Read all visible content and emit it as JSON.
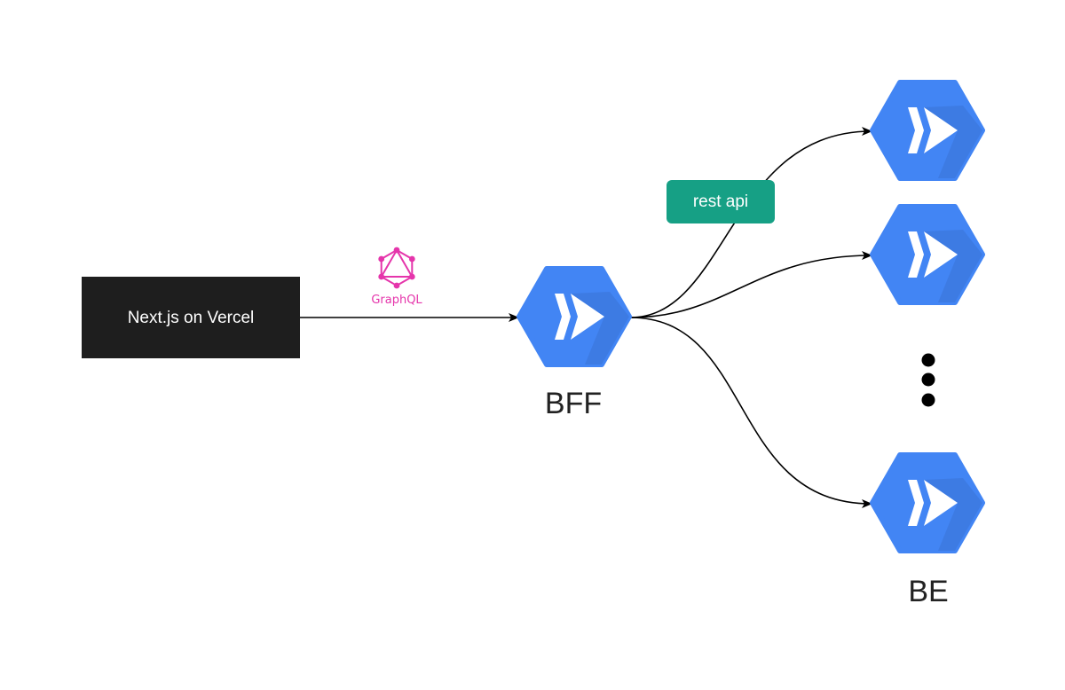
{
  "nodes": {
    "frontend": {
      "label": "Next.js on Vercel"
    },
    "bff": {
      "label": "BFF"
    },
    "backend": {
      "label": "BE"
    }
  },
  "edges": {
    "frontend_to_bff": {
      "protocol_label": "GraphQL"
    },
    "bff_to_backend": {
      "protocol_label": "rest api"
    }
  },
  "colors": {
    "frontend_box": "#1e1e1e",
    "cloud_run_blue": "#4285f4",
    "cloud_run_shadow": "#3b78e7",
    "graphql_pink": "#e535ab",
    "rest_pill": "#16a085",
    "arrow": "#000000"
  },
  "icons": {
    "service": "cloud-run-icon",
    "graphql": "graphql-logo-icon",
    "more": "vertical-ellipsis-icon"
  }
}
